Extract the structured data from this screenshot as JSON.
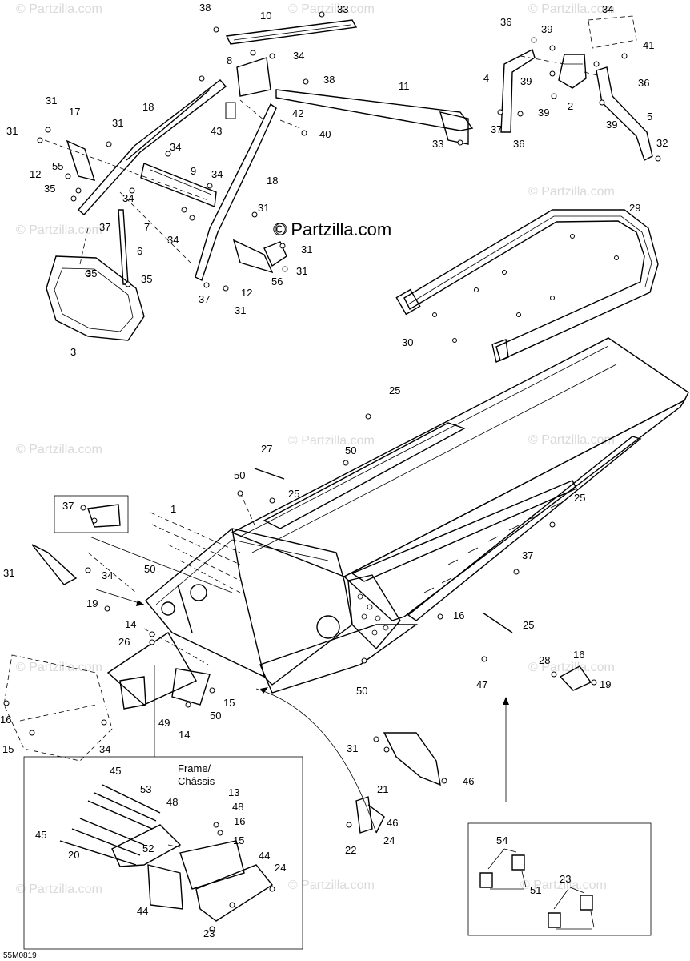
{
  "diagram": {
    "brand_watermark": "© Partzilla.com",
    "faint_watermark": "© Partzilla.com",
    "drawing_code": "55M0819",
    "inset_frame_label_line1": "Frame/",
    "inset_frame_label_line2": "Châssis"
  },
  "callouts": [
    "38",
    "10",
    "33",
    "34",
    "36",
    "39",
    "41",
    "8",
    "34",
    "4",
    "39",
    "36",
    "38",
    "11",
    "2",
    "5",
    "39",
    "31",
    "17",
    "18",
    "31",
    "37",
    "36",
    "33",
    "39",
    "32",
    "43",
    "42",
    "40",
    "31",
    "34",
    "9",
    "55",
    "12",
    "35",
    "34",
    "18",
    "34",
    "37",
    "7",
    "31",
    "29",
    "34",
    "6",
    "31",
    "56",
    "31",
    "35",
    "35",
    "37",
    "12",
    "31",
    "3",
    "30",
    "25",
    "27",
    "50",
    "50",
    "25",
    "1",
    "37",
    "25",
    "31",
    "34",
    "50",
    "37",
    "19",
    "14",
    "26",
    "25",
    "16",
    "28",
    "16",
    "19",
    "15",
    "49",
    "14",
    "50",
    "50",
    "47",
    "16",
    "15",
    "34",
    "31",
    "46",
    "45",
    "53",
    "48",
    "13",
    "48",
    "16",
    "21",
    "46",
    "45",
    "20",
    "52",
    "15",
    "22",
    "24",
    "54",
    "44",
    "24",
    "23",
    "51",
    "44",
    "23"
  ]
}
